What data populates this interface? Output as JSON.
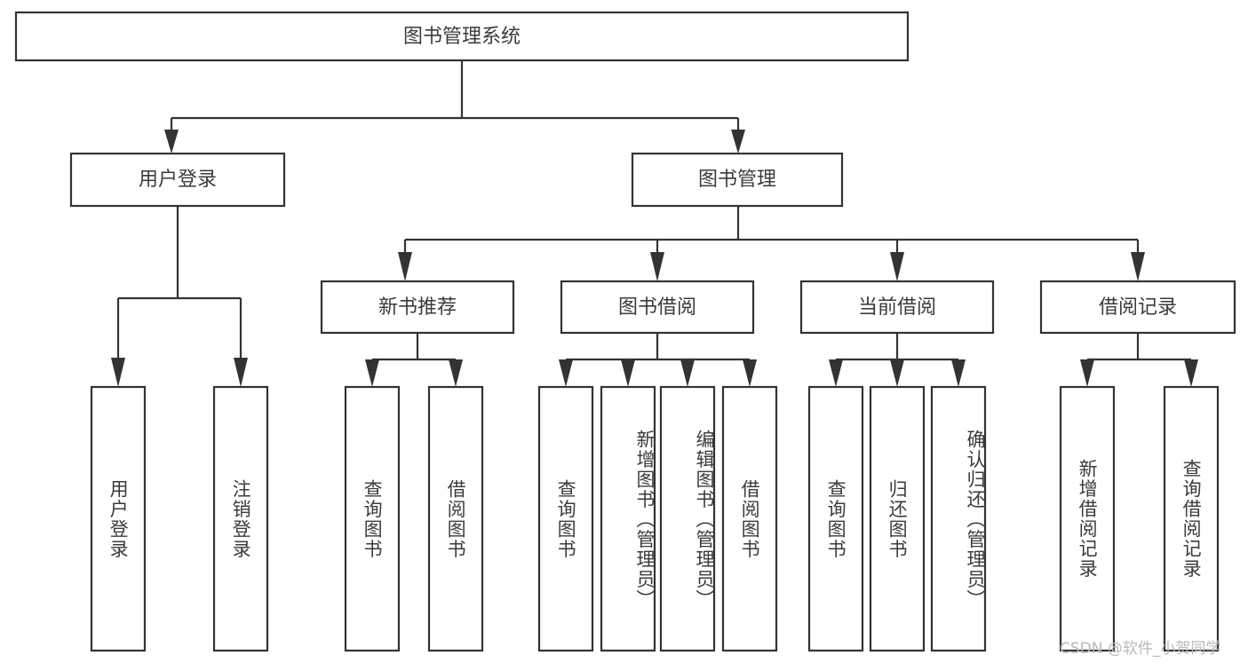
{
  "diagram": {
    "type": "tree",
    "title": "图书管理系统",
    "orientation": "top-down",
    "style": {
      "box_fill": "#ffffff",
      "box_stroke": "#333333",
      "text_color": "#3b3b3b",
      "connector_color": "#333333",
      "background": "#ffffff",
      "watermark_color": "#b9b9b9"
    },
    "root": {
      "label": "图书管理系统"
    },
    "level2": [
      {
        "id": "user-login",
        "label": "用户登录"
      },
      {
        "id": "book-manage",
        "label": "图书管理"
      }
    ],
    "level3": [
      {
        "id": "new-book-recommend",
        "label": "新书推荐",
        "parent": "book-manage"
      },
      {
        "id": "book-borrow",
        "label": "图书借阅",
        "parent": "book-manage"
      },
      {
        "id": "current-borrow",
        "label": "当前借阅",
        "parent": "book-manage"
      },
      {
        "id": "borrow-record",
        "label": "借阅记录",
        "parent": "book-manage"
      }
    ],
    "leaves": [
      {
        "id": "leaf-user-login",
        "label": "用户登录",
        "parent": "user-login"
      },
      {
        "id": "leaf-user-logout",
        "label": "注销登录",
        "parent": "user-login"
      },
      {
        "id": "leaf-query-book-1",
        "label": "查询图书",
        "parent": "new-book-recommend"
      },
      {
        "id": "leaf-borrow-book-1",
        "label": "借阅图书",
        "parent": "new-book-recommend"
      },
      {
        "id": "leaf-query-book-2",
        "label": "查询图书",
        "parent": "book-borrow"
      },
      {
        "id": "leaf-add-book",
        "label": "新增图书（管理员）",
        "parent": "book-borrow"
      },
      {
        "id": "leaf-edit-book",
        "label": "编辑图书（管理员）",
        "parent": "book-borrow"
      },
      {
        "id": "leaf-borrow-book-2",
        "label": "借阅图书",
        "parent": "book-borrow"
      },
      {
        "id": "leaf-query-book-3",
        "label": "查询图书",
        "parent": "current-borrow"
      },
      {
        "id": "leaf-return-book",
        "label": "归还图书",
        "parent": "current-borrow"
      },
      {
        "id": "leaf-confirm-return",
        "label": "确认归还（管理员）",
        "parent": "current-borrow"
      },
      {
        "id": "leaf-add-record",
        "label": "新增借阅记录",
        "parent": "borrow-record"
      },
      {
        "id": "leaf-query-record",
        "label": "查询借阅记录",
        "parent": "borrow-record"
      }
    ]
  },
  "watermark": {
    "text": "CSDN @软件_小贺同学"
  }
}
